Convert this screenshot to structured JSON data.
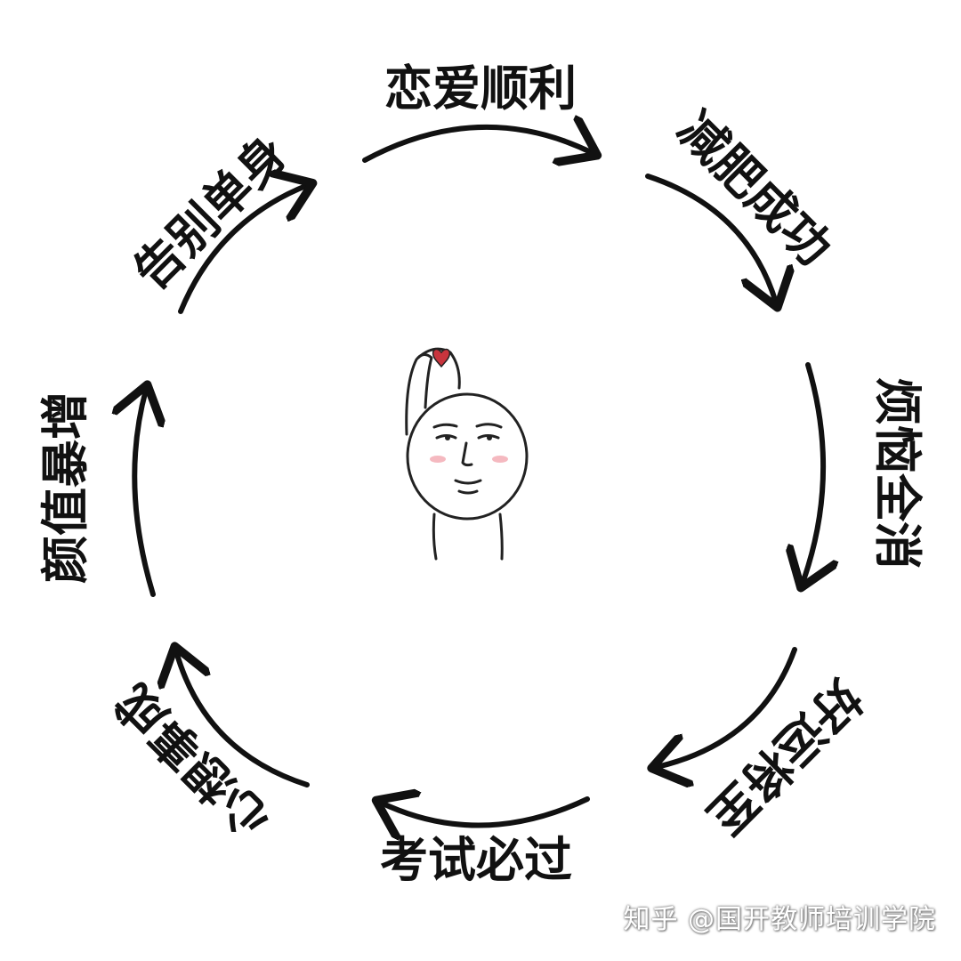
{
  "wishes": [
    {
      "id": "love",
      "text": "恋爱顺利"
    },
    {
      "id": "diet",
      "text": "减肥成功"
    },
    {
      "id": "worry",
      "text": "烦恼全消"
    },
    {
      "id": "luck",
      "text": "好运将至"
    },
    {
      "id": "exam",
      "text": "考试必过"
    },
    {
      "id": "wish",
      "text": "心想事成"
    },
    {
      "id": "looks",
      "text": "颜值暴增"
    },
    {
      "id": "single",
      "text": "告别单身"
    }
  ],
  "watermark": "知乎 @国开教师培训学院",
  "colors": {
    "ink": "#111111",
    "heart": "#c8343d",
    "blush": "#f2a7b0",
    "background": "#ffffff"
  },
  "center_figure": "meme-face-heart-hand"
}
